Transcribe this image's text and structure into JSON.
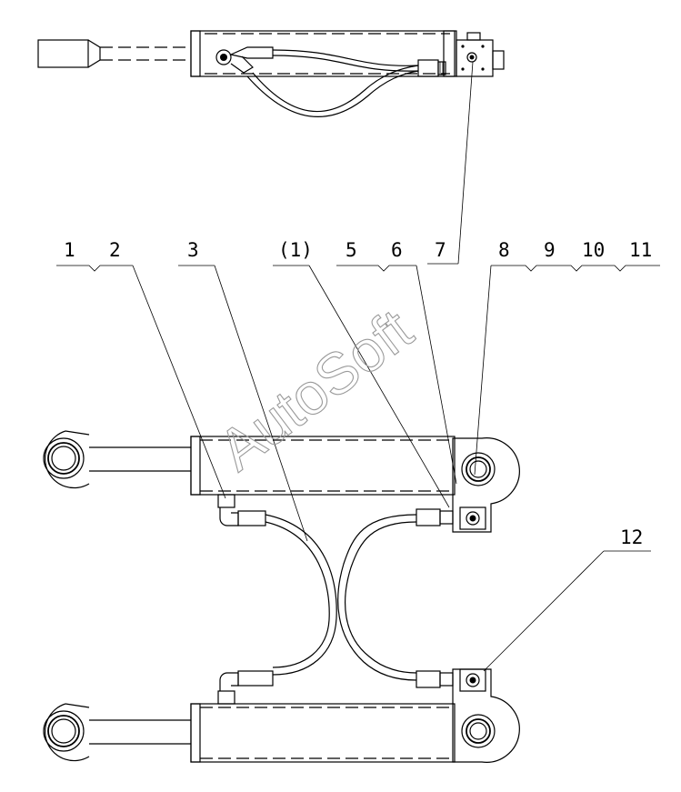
{
  "diagram": {
    "callouts": {
      "c1": "1",
      "c2": "2",
      "c3": "3",
      "c1p": "(1)",
      "c5": "5",
      "c6": "6",
      "c7": "7",
      "c8": "8",
      "c9": "9",
      "c10": "10",
      "c11": "11",
      "c12": "12"
    },
    "watermark": "AutoSoft"
  }
}
